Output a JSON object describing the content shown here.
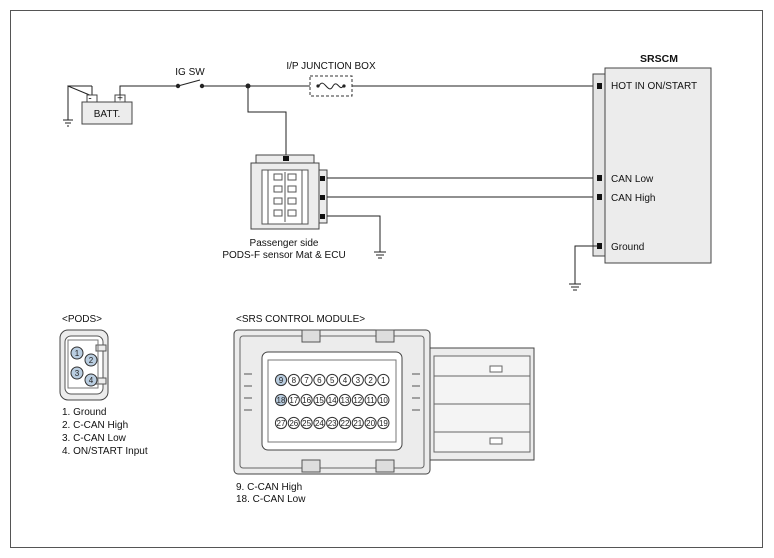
{
  "diagram": {
    "labels": {
      "ig_sw": "IG SW",
      "junction_box": "I/P JUNCTION BOX",
      "srscm": "SRSCM",
      "battery": "BATT.",
      "battery_neg": "-",
      "battery_pos": "+",
      "pods_line1": "Passenger side",
      "pods_line2": "PODS-F sensor Mat & ECU"
    },
    "srscm_pins": {
      "hot": "HOT IN ON/START",
      "can_low": "CAN Low",
      "can_high": "CAN High",
      "ground": "Ground"
    },
    "pods_section": {
      "title": "<PODS>",
      "pins": [
        "1",
        "2",
        "3",
        "4"
      ],
      "legend": [
        "1. Ground",
        "2. C-CAN High",
        "3. C-CAN Low",
        "4. ON/START Input"
      ]
    },
    "srs_section": {
      "title": "<SRS CONTROL MODULE>",
      "row1": [
        "9",
        "8",
        "7",
        "6",
        "5",
        "4",
        "3",
        "2",
        "1"
      ],
      "row2": [
        "18",
        "17",
        "16",
        "15",
        "14",
        "13",
        "12",
        "11",
        "10"
      ],
      "row3": [
        "27",
        "26",
        "25",
        "24",
        "23",
        "22",
        "21",
        "20",
        "19"
      ],
      "legend": [
        "9. C-CAN High",
        "18. C-CAN Low"
      ]
    },
    "colors": {
      "line": "#222222",
      "module_fill": "#ececec",
      "pin_highlight": "#b9cde0"
    }
  }
}
